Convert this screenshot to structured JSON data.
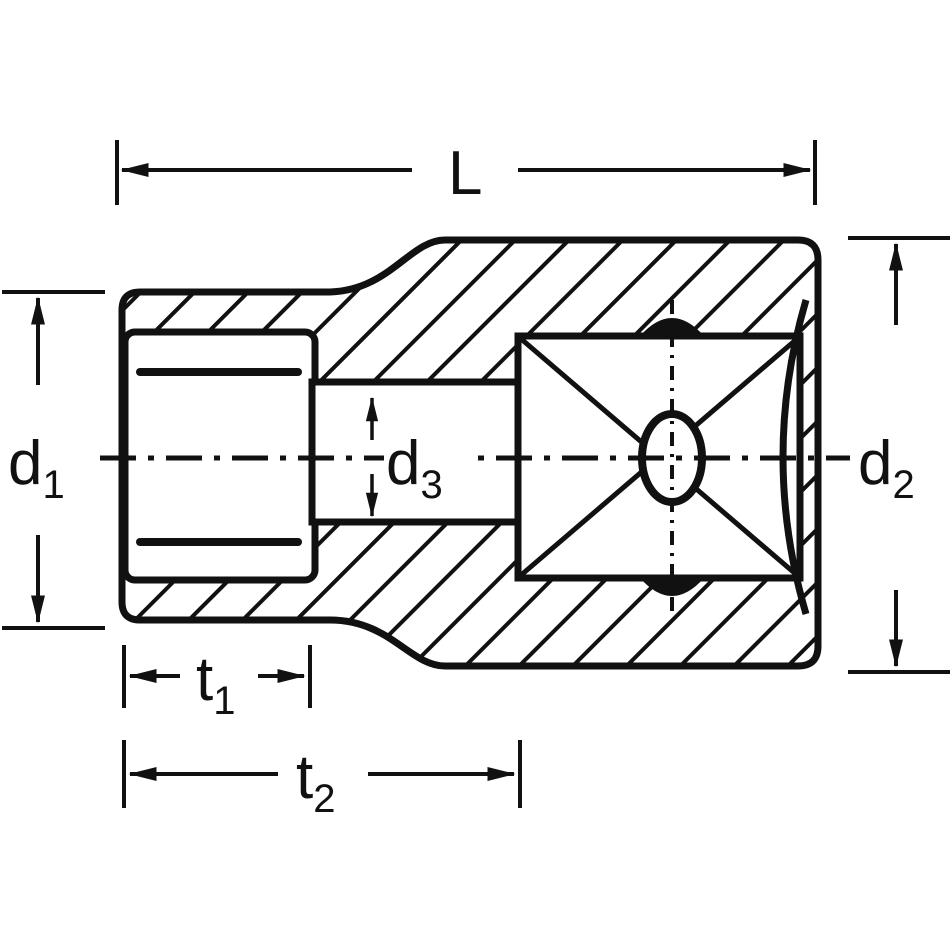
{
  "diagram": {
    "labels": {
      "L": "L",
      "d1": {
        "main": "d",
        "sub": "1"
      },
      "d2": {
        "main": "d",
        "sub": "2"
      },
      "d3": {
        "main": "d",
        "sub": "3"
      },
      "t1": {
        "main": "t",
        "sub": "1"
      },
      "t2": {
        "main": "t",
        "sub": "2"
      }
    },
    "colors": {
      "ink": "#111111",
      "background": "#ffffff"
    }
  }
}
